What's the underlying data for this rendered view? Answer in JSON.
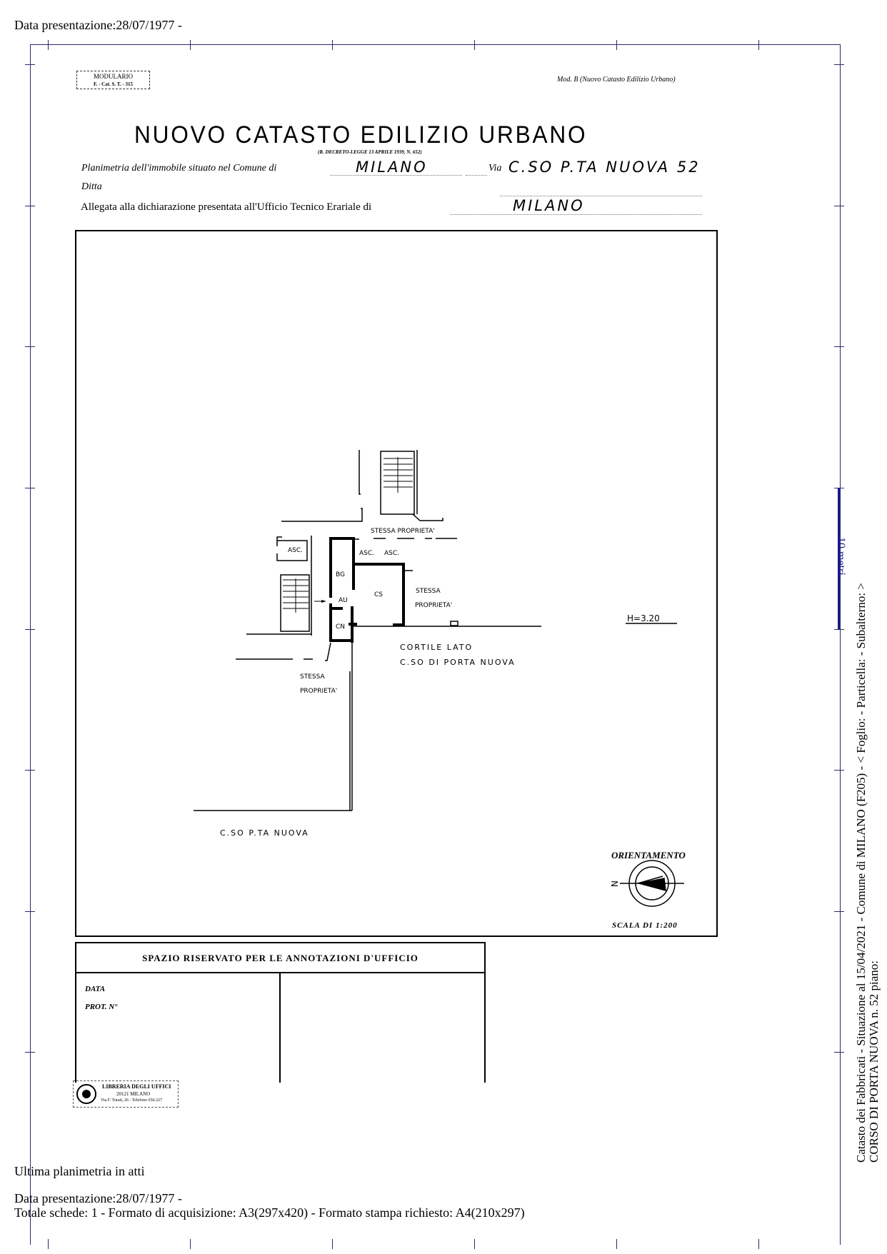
{
  "header": {
    "date_line": "Data presentazione:28/07/1977 -"
  },
  "form": {
    "modulario_line1": "MODULARIO",
    "modulario_line2": "F. - Cat. S. T. - 315",
    "mod_b": "Mod. B (Nuovo Catasto Edilizio Urbano)",
    "title": "NUOVO CATASTO EDILIZIO URBANO",
    "decreto": "(R. DECRETO-LEGGE 13 APRILE 1939, N. 652)",
    "planimetria_label": "Planimetria dell'immobile situato nel Comune di",
    "comune_value": "MILANO",
    "via_label": "Via",
    "via_value": "C.SO P.TA NUOVA 52",
    "ditta_label": "Ditta",
    "allegata_label": "Allegata alla dichiarazione presentata all'Ufficio Tecnico Erariale di",
    "ufficio_value": "MILANO"
  },
  "plan": {
    "labels": {
      "stessa_top": "STESSA PROPRIETA'",
      "asc_left": "ASC.",
      "asc1": "ASC.",
      "asc2": "ASC.",
      "bg": "BG",
      "au": "AU",
      "cs": "CS",
      "cn": "CN",
      "stessa_right_1": "STESSA",
      "stessa_right_2": "PROPRIETA'",
      "cortile_1": "CORTILE LATO",
      "cortile_2": "C.SO DI PORTA NUOVA",
      "stessa_bottom_1": "STESSA",
      "stessa_bottom_2": "PROPRIETA'",
      "street": "C.SO P.TA NUOVA",
      "height": "H=3.20",
      "orientamento": "ORIENTAMENTO",
      "north": "N",
      "scala": "SCALA DI 1:200"
    }
  },
  "annotations": {
    "header": "SPAZIO RISERVATO PER LE ANNOTAZIONI D'UFFICIO",
    "data_label": "DATA",
    "prot_label": "PROT. N°"
  },
  "stamp": {
    "line1": "LIBRERIA DEGLI UFFICI",
    "line2": "20121 MILANO",
    "line3": "Via F. Turati, 26 - Telefono 650.227"
  },
  "footer": {
    "ultima": "Ultima planimetria in atti",
    "date_line": "Data presentazione:28/07/1977 -",
    "totale": "Totale schede: 1 - Formato di acquisizione: A3(297x420)  - Formato stampa richiesto: A4(210x297)"
  },
  "side": {
    "line1": "Catasto dei Fabbricati - Situazione al 15/04/2021 - Comune di MILANO (F205) - < Foglio:       - Particella:        - Subalterno:      >",
    "line2": "CORSO DI PORTA NUOVA n. 52 piano:",
    "scale_label": "10 metri",
    "scale_color": "#1a1a8c"
  }
}
